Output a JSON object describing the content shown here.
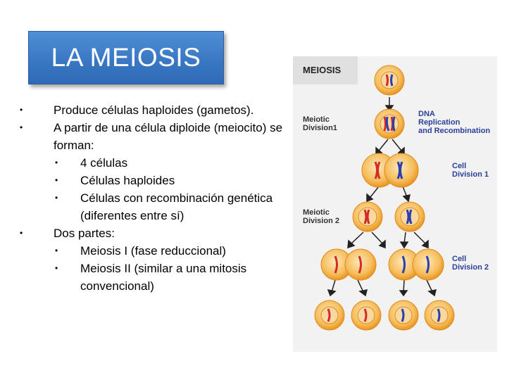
{
  "slide": {
    "title": "LA MEIOSIS",
    "bullets": [
      "Produce células haploides (gametos).",
      "A partir de una célula diploide (meiocito) se",
      "forman:",
      "4 células",
      "Células haploides",
      "Células con recombinación genética",
      "(diferentes entre sí)",
      "Dos partes:",
      "Meiosis I (fase reduccional)",
      "Meiosis II (similar a una mitosis",
      "convencional)"
    ]
  },
  "diagram": {
    "header": "MEIOSIS",
    "label_meiotic_1a": "Meiotic",
    "label_meiotic_1b": "Division1",
    "label_dna_a": "DNA",
    "label_dna_b": "Replication",
    "label_dna_c": "and Recombination",
    "label_cell1_a": "Cell",
    "label_cell1_b": "Division 1",
    "label_meiotic_2a": "Meiotic",
    "label_meiotic_2b": "Division 2",
    "label_cell2_a": "Cell",
    "label_cell2_b": "Division 2",
    "colors": {
      "cell_fill": "#f4b24a",
      "cell_edge": "#e08a1e",
      "chrom_red": "#d42a2a",
      "chrom_blue": "#2a3fb0",
      "label_blue": "#2b3f9a"
    }
  }
}
